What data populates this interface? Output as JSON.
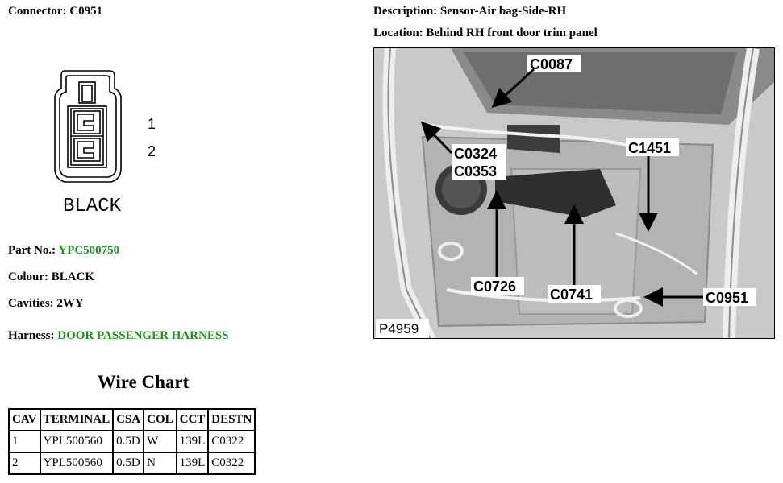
{
  "connector": {
    "label": "Connector:",
    "value": "C0951"
  },
  "description": {
    "label": "Description:",
    "value": "Sensor-Air bag-Side-RH"
  },
  "location": {
    "label": "Location:",
    "value": "Behind RH front door trim panel"
  },
  "connector_figure": {
    "color_label": "BLACK",
    "pin_1": "1",
    "pin_2": "2"
  },
  "part_no": {
    "label": "Part No.:",
    "value": "YPC500750"
  },
  "colour": {
    "label": "Colour:",
    "value": "BLACK"
  },
  "cavities": {
    "label": "Cavities:",
    "value": "2WY"
  },
  "harness": {
    "label": "Harness:",
    "value": "DOOR PASSENGER HARNESS"
  },
  "wire_chart": {
    "title": "Wire Chart",
    "headers": [
      "CAV",
      "TERMINAL",
      "CSA",
      "COL",
      "CCT",
      "DESTN"
    ],
    "rows": [
      [
        "1",
        "YPL500560",
        "0.5D",
        "W",
        "139L",
        "C0322"
      ],
      [
        "2",
        "YPL500560",
        "0.5D",
        "N",
        "139L",
        "C0322"
      ]
    ]
  },
  "photo": {
    "reference": "P4959",
    "callouts": {
      "c0087": "C0087",
      "c0324": "C0324",
      "c0353": "C0353",
      "c1451": "C1451",
      "c0726": "C0726",
      "c0741": "C0741",
      "c0951": "C0951"
    }
  },
  "colors": {
    "green_text": "#1f8f1f"
  }
}
